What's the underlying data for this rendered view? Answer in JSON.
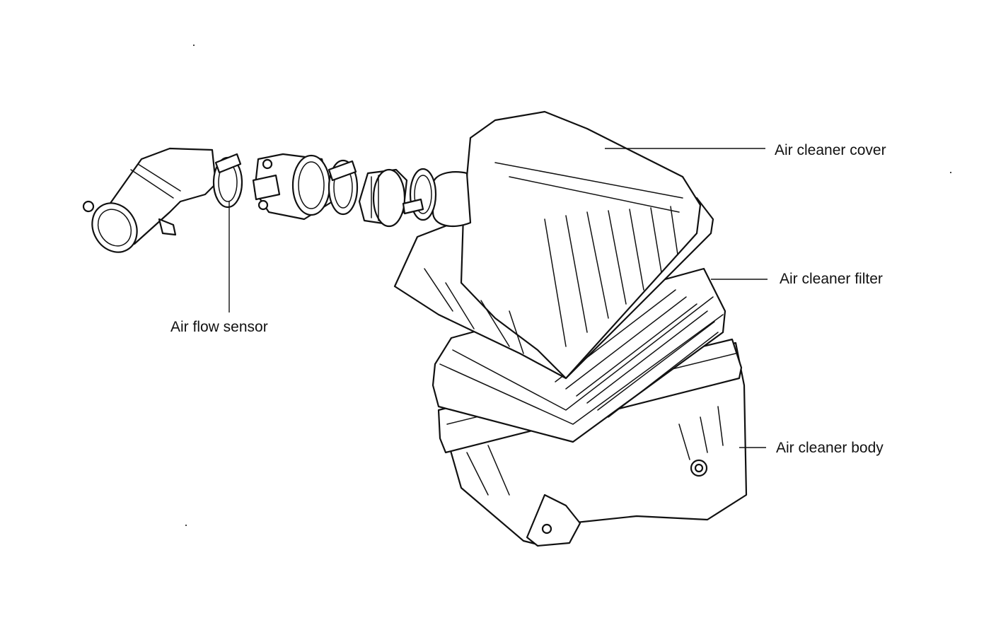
{
  "labels": {
    "air_flow_sensor": "Air flow sensor",
    "air_cleaner_cover": "Air cleaner cover",
    "air_cleaner_filter": "Air cleaner filter",
    "air_cleaner_body": "Air cleaner body"
  },
  "colors": {
    "ink": "#111111",
    "paper": "#ffffff"
  }
}
